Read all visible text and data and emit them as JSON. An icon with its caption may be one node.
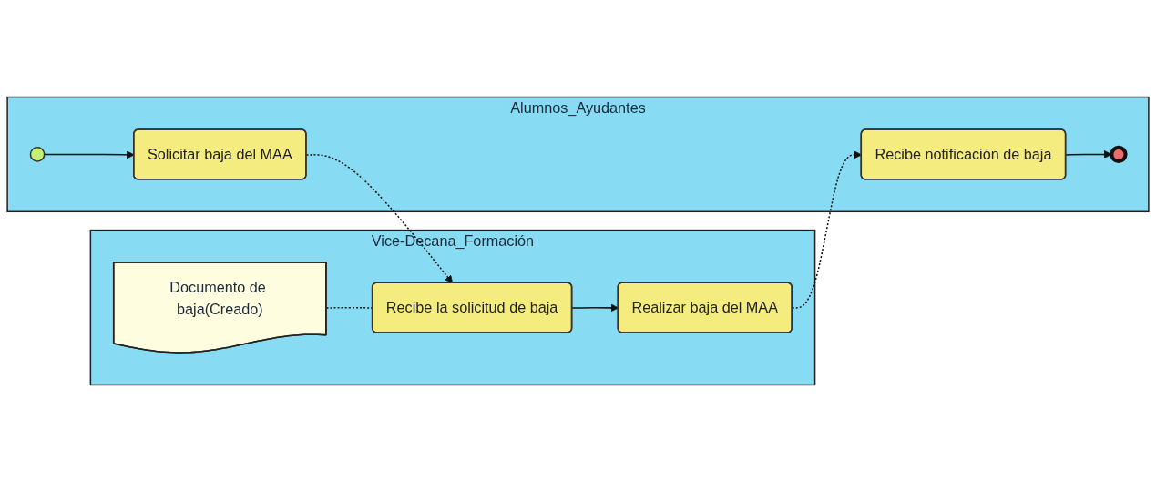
{
  "diagram": {
    "nodes": [
      {
        "text": [
          "Vice-Decana_Formación"
        ]
      },
      {
        "text": [
          "Alumnos_Ayudantes"
        ]
      },
      {
        "text": [
          "Documento de baja(Creado)"
        ],
        "in": 0
      },
      {
        "text": [
          "Recibe la solicitud de baja"
        ],
        "in": 0
      },
      {
        "text": [
          "Realizar baja del MAA"
        ],
        "in": 0
      },
      {
        "text": [],
        "shape": "circle",
        "in": 1
      },
      {
        "text": [
          "Solicitar baja del MAA"
        ],
        "in": 1
      },
      {
        "text": [
          "Recibe notificación de baja"
        ],
        "in": 1
      },
      {
        "text": [],
        "shape": "circle",
        "in": 1
      }
    ],
    "edges": [
      {
        "from": 5,
        "to": 6,
        "arrow": "to"
      },
      {
        "from": 6,
        "to": 3,
        "arrow": "to",
        "style": "dashed"
      },
      {
        "from": 2,
        "to": 3,
        "arrow": "none",
        "style": "dashed"
      },
      {
        "from": 3,
        "to": 4,
        "arrow": "to"
      },
      {
        "from": 4,
        "to": 7,
        "arrow": "to",
        "style": "dashed"
      },
      {
        "from": 7,
        "to": 8,
        "arrow": "to"
      }
    ]
  }
}
